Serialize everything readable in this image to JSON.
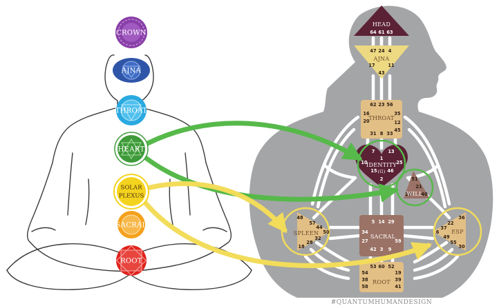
{
  "chakras": {
    "crown": "CROWN",
    "ajna": "AJNA",
    "throat": "THROAT",
    "heart": "HEART",
    "solar1": "SOLAR",
    "solar2": "PLEXUS",
    "sacral": "SACRAL",
    "root": "ROOT"
  },
  "colors": {
    "crown": "#8a3fa8",
    "ajna": "#2f55a8",
    "throat": "#2aa9e0",
    "heart": "#3f9a3a",
    "solar": "#f3d31e",
    "sacral": "#f5a11c",
    "root": "#e0221c",
    "green_arrow": "#56b94a",
    "yellow_arrow": "#f2dc5a",
    "body_gray": "#a4a5a7",
    "tan": "#e2bf85",
    "maroon": "#5b2135"
  },
  "centers": {
    "head": {
      "name": "HEAD",
      "gates": [
        "64",
        "61",
        "63"
      ]
    },
    "ajna": {
      "name": "AJNA",
      "gates": [
        "47",
        "24",
        "4",
        "17",
        "11",
        "43"
      ]
    },
    "throat": {
      "name": "THROAT",
      "gates": [
        "62",
        "23",
        "56",
        "16",
        "35",
        "20",
        "12",
        "45",
        "31",
        "8",
        "33"
      ]
    },
    "identity": {
      "name1": "IDENTITY",
      "name2": "(G)",
      "gates": [
        "7",
        "1",
        "13",
        "10",
        "25",
        "15",
        "46",
        "2"
      ]
    },
    "will": {
      "name": "WILL",
      "gates": [
        "51",
        "21",
        "26",
        "40"
      ]
    },
    "spleen": {
      "name": "SPLEEN",
      "gates": [
        "48",
        "57",
        "44",
        "50",
        "32",
        "28",
        "18"
      ]
    },
    "sacral": {
      "name": "SACRAL",
      "gates": [
        "5",
        "14",
        "29",
        "34",
        "27",
        "59",
        "42",
        "3",
        "9"
      ]
    },
    "esp": {
      "name": "ESP",
      "gates": [
        "36",
        "22",
        "37",
        "6",
        "49",
        "55",
        "30"
      ]
    },
    "root": {
      "name": "ROOT",
      "gates": [
        "53",
        "60",
        "52",
        "54",
        "19",
        "38",
        "39",
        "58",
        "41"
      ]
    }
  },
  "footer": "#QUANTUMHUMANDESIGN"
}
